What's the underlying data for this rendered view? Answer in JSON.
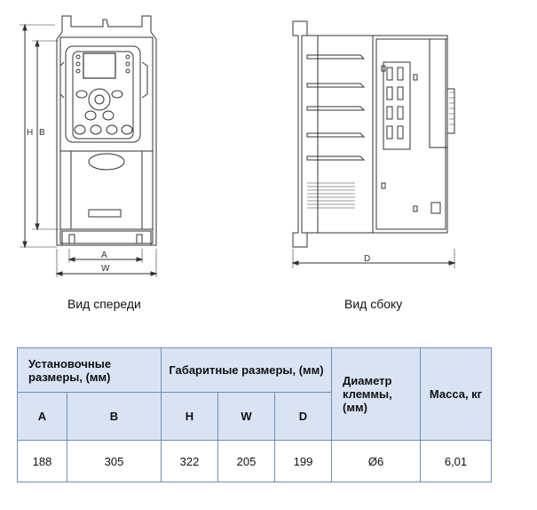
{
  "drawings": {
    "front": {
      "caption": "Вид спереди",
      "dimension_labels": {
        "H": "H",
        "B": "B",
        "A": "A",
        "W": "W"
      }
    },
    "side": {
      "caption": "Вид сбоку",
      "dimension_labels": {
        "D": "D"
      }
    }
  },
  "table": {
    "group_headers": {
      "mounting": "Установочные размеры, (мм)",
      "overall": "Габаритные размеры, (мм)",
      "terminal": "Диаметр клеммы, (мм)",
      "mass": "Масса, кг"
    },
    "sub_headers": {
      "A": "A",
      "B": "B",
      "H": "H",
      "W": "W",
      "D": "D"
    },
    "row": {
      "A": "188",
      "B": "305",
      "H": "322",
      "W": "205",
      "D": "199",
      "terminal": "Ø6",
      "mass": "6,01"
    }
  }
}
